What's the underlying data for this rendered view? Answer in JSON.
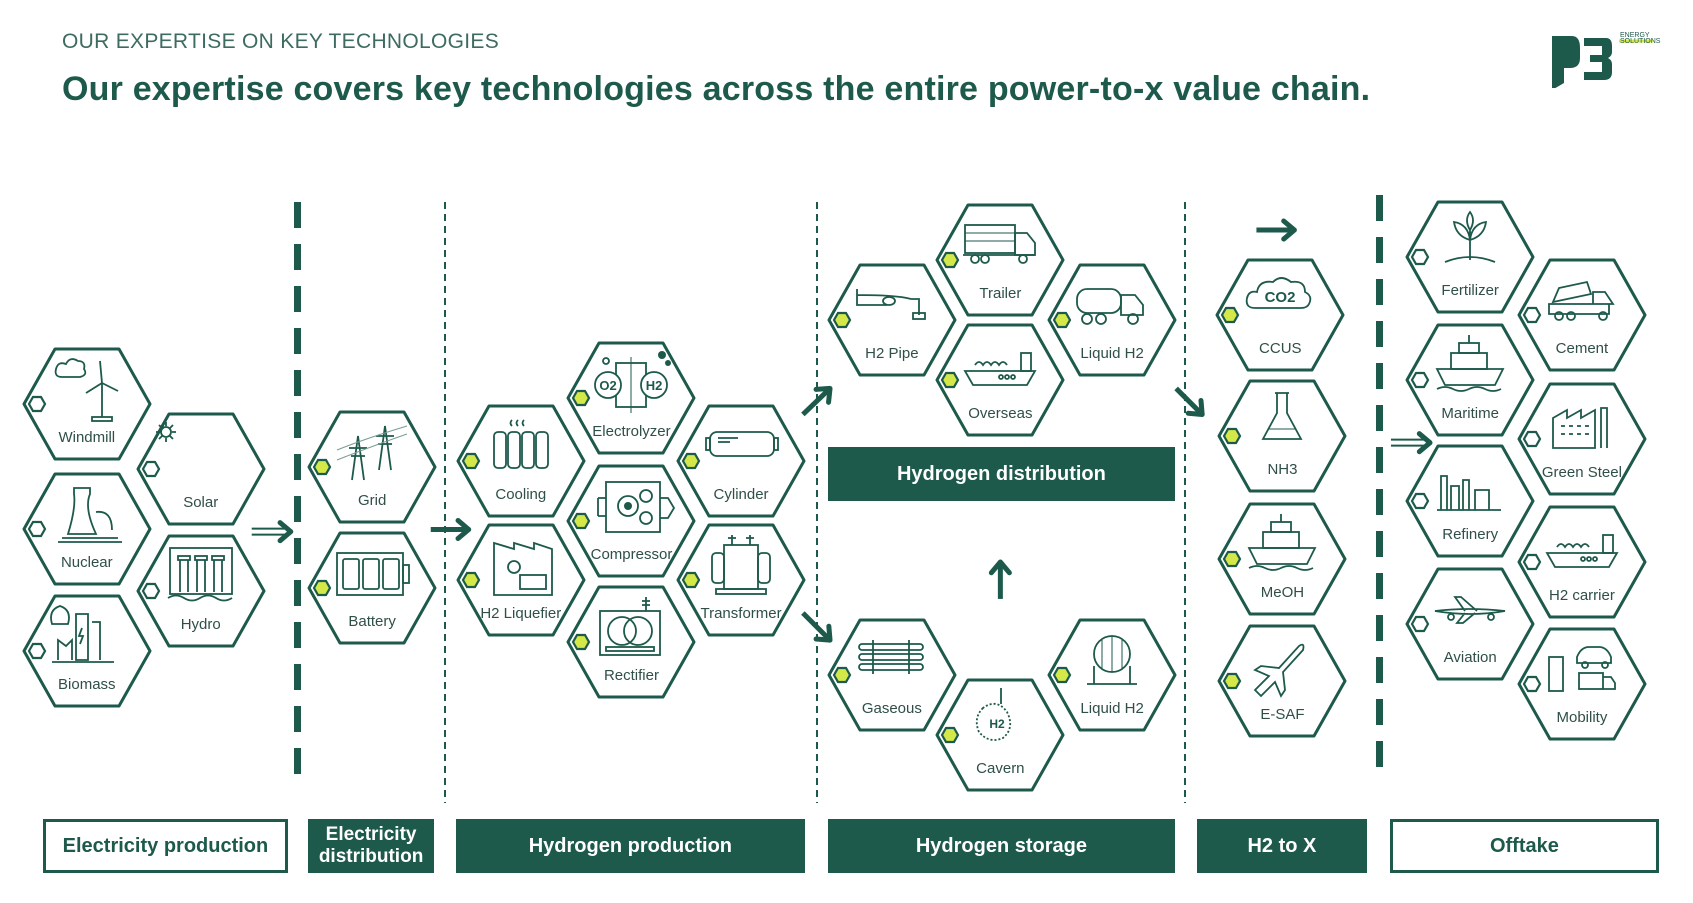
{
  "header": {
    "subtitle": "OUR EXPERTISE ON KEY TECHNOLOGIES",
    "title": "Our expertise covers key technologies across the entire power-to-x value chain."
  },
  "logo": {
    "mark": "P3",
    "line1": "ENERGY",
    "line2": "SOLUTIONS"
  },
  "colors": {
    "primary": "#1d5a4b",
    "accent": "#d4e84a",
    "text": "#2f4f48"
  },
  "stages": [
    {
      "label": "Electricity production",
      "style": "outlined"
    },
    {
      "label": "Electricity distribution",
      "style": "filled"
    },
    {
      "label": "Hydrogen production",
      "style": "filled"
    },
    {
      "label": "Hydrogen storage",
      "style": "filled"
    },
    {
      "label": "H2 to X",
      "style": "filled"
    },
    {
      "label": "Offtake",
      "style": "outlined"
    }
  ],
  "banner": {
    "label": "Hydrogen distribution"
  },
  "technologies": [
    {
      "label": "Windmill",
      "icon": "windmill",
      "marker": "hollow"
    },
    {
      "label": "Solar",
      "icon": "sun",
      "marker": "hollow"
    },
    {
      "label": "Nuclear",
      "icon": "nuclear",
      "marker": "hollow"
    },
    {
      "label": "Hydro",
      "icon": "dam",
      "marker": "hollow"
    },
    {
      "label": "Biomass",
      "icon": "biomass",
      "marker": "hollow"
    },
    {
      "label": "Grid",
      "icon": "pylon",
      "marker": "filled"
    },
    {
      "label": "Battery",
      "icon": "battery",
      "marker": "filled"
    },
    {
      "label": "Cooling",
      "icon": "radiator",
      "marker": "filled"
    },
    {
      "label": "Electrolyzer",
      "icon": "electrolyzer",
      "marker": "filled",
      "icon_text": [
        "O2",
        "H2"
      ]
    },
    {
      "label": "Cylinder",
      "icon": "cylinder",
      "marker": "filled"
    },
    {
      "label": "H2 Liquefier",
      "icon": "factory",
      "marker": "filled"
    },
    {
      "label": "Compressor",
      "icon": "gears",
      "marker": "filled"
    },
    {
      "label": "Transformer",
      "icon": "transformer",
      "marker": "filled"
    },
    {
      "label": "Rectifier",
      "icon": "rectifier",
      "marker": "filled"
    },
    {
      "label": "H2 Pipe",
      "icon": "pipe",
      "marker": "filled"
    },
    {
      "label": "Trailer",
      "icon": "truck",
      "marker": "filled"
    },
    {
      "label": "Liquid H2",
      "icon": "tanker",
      "marker": "filled"
    },
    {
      "label": "Overseas",
      "icon": "ship",
      "marker": "filled"
    },
    {
      "label": "Gaseous",
      "icon": "tubes",
      "marker": "filled"
    },
    {
      "label": "Cavern",
      "icon": "cavern",
      "marker": "filled",
      "icon_text": [
        "H2"
      ]
    },
    {
      "label": "Liquid H2",
      "icon": "sphere",
      "marker": "filled"
    },
    {
      "label": "CCUS",
      "icon": "cloud",
      "marker": "filled",
      "icon_text": [
        "CO2"
      ]
    },
    {
      "label": "NH3",
      "icon": "flask",
      "marker": "filled"
    },
    {
      "label": "MeOH",
      "icon": "vessel",
      "marker": "filled"
    },
    {
      "label": "E-SAF",
      "icon": "plane",
      "marker": "filled"
    },
    {
      "label": "Fertilizer",
      "icon": "plant",
      "marker": "hollow"
    },
    {
      "label": "Cement",
      "icon": "mixer",
      "marker": "hollow"
    },
    {
      "label": "Maritime",
      "icon": "vessel",
      "marker": "hollow"
    },
    {
      "label": "Green Steel",
      "icon": "steel",
      "marker": "hollow"
    },
    {
      "label": "Refinery",
      "icon": "refinery",
      "marker": "hollow"
    },
    {
      "label": "H2 carrier",
      "icon": "ship",
      "marker": "hollow"
    },
    {
      "label": "Aviation",
      "icon": "airliner",
      "marker": "hollow"
    },
    {
      "label": "Mobility",
      "icon": "mobility",
      "marker": "hollow"
    }
  ]
}
